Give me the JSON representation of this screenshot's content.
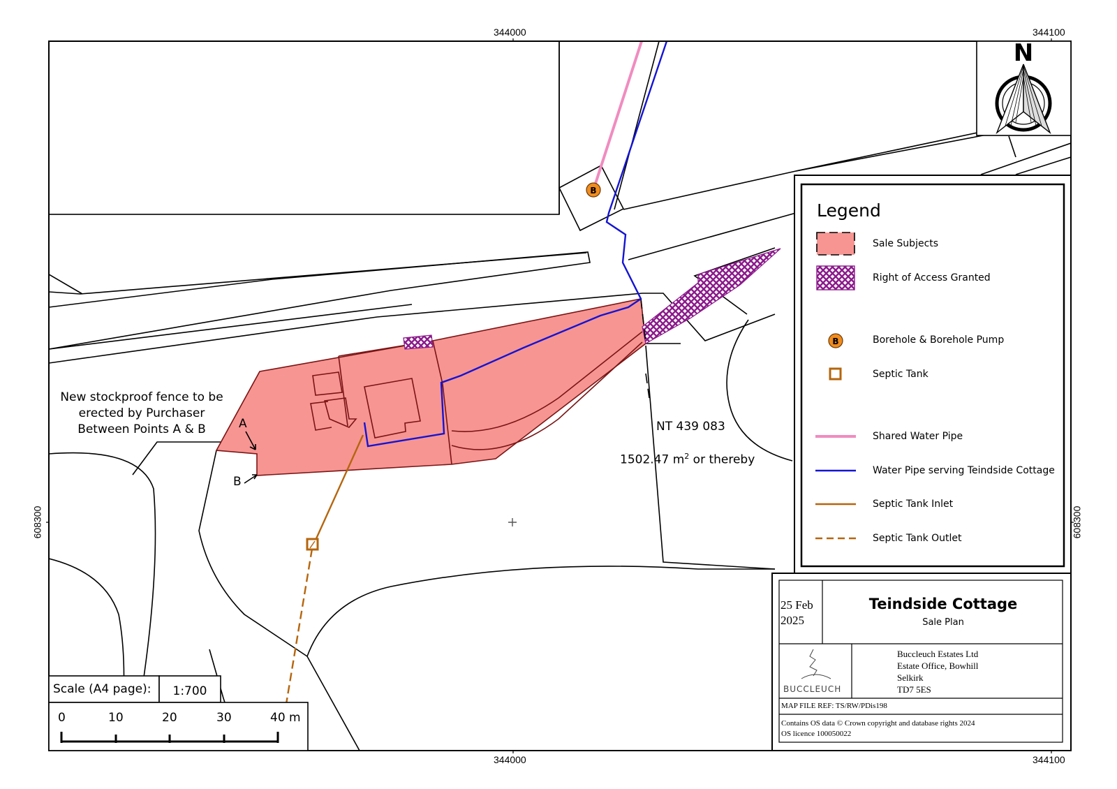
{
  "grid": {
    "top_x_left": "344000",
    "top_x_right": "344100",
    "bottom_x_left": "344000",
    "bottom_x_right": "344100",
    "y_left": "608300",
    "y_right": "608300"
  },
  "compass": {
    "north_label": "N"
  },
  "annotations": {
    "fence_note_line1": "New stockproof fence to be",
    "fence_note_line2": "erected by Purchaser",
    "fence_note_line3": "Between Points A & B",
    "point_a": "A",
    "point_b": "B",
    "grid_ref": "NT 439 083",
    "area_value": "1502.47 m",
    "area_sup": "2",
    "area_suffix": " or thereby"
  },
  "legend": {
    "title": "Legend",
    "items": [
      {
        "label": "Sale Subjects"
      },
      {
        "label": "Right of Access Granted"
      },
      {
        "label": "Borehole & Borehole Pump",
        "glyph": "B"
      },
      {
        "label": "Septic Tank"
      },
      {
        "label": "Shared Water Pipe"
      },
      {
        "label": "Water Pipe serving Teindside Cottage"
      },
      {
        "label": "Septic Tank Inlet"
      },
      {
        "label": "Septic Tank Outlet"
      }
    ]
  },
  "colors": {
    "sale_fill": "#f79593",
    "sale_outline": "#7a1414",
    "access": "#8b1a8b",
    "borehole": "#f08c1e",
    "septic": "#b5650d",
    "shared_pipe": "#f08cc0",
    "water_pipe": "#1414d2",
    "inlet": "#b5650d",
    "outlet": "#b5650d"
  },
  "title_block": {
    "date_line1": "25 Feb",
    "date_line2": "2025",
    "title": "Teindside Cottage",
    "subtitle": "Sale Plan",
    "org_line1": "Buccleuch Estates Ltd",
    "org_line2": "Estate Office, Bowhill",
    "org_line3": "Selkirk",
    "org_line4": "TD7 5ES",
    "logo_text": "BUCCLEUCH",
    "map_ref": "MAP FILE REF: TS/RW/PDis198",
    "copyright_line1": "Contains OS data © Crown copyright and database rights 2024",
    "copyright_line2": "OS licence 100050022"
  },
  "scale": {
    "label": "Scale (A4 page):",
    "ratio": "1:700",
    "ticks": [
      "0",
      "10",
      "20",
      "30",
      "40 m"
    ]
  }
}
